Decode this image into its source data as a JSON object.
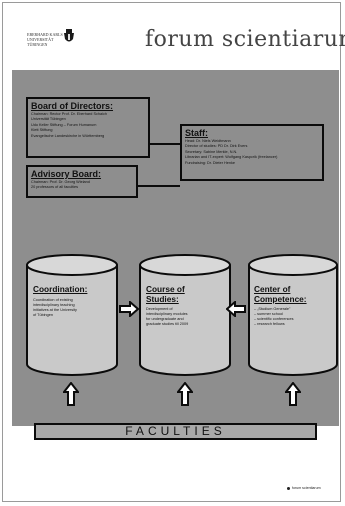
{
  "header": {
    "university_lines": [
      "EBERHARD KARLS",
      "UNIVERSITÄT",
      "TÜBINGEN"
    ],
    "title": "forum scientiarum"
  },
  "board": {
    "title": "Board of Directors:",
    "lines": [
      "Chairman: Rector Prof. Dr. Eberhard Schaich",
      "Universität Tübingen",
      "Udo Keller Stiftung – Forum Humanum",
      "Klett Stiftung",
      "Evangelische Landeskirche in Württemberg"
    ]
  },
  "advisory": {
    "title": "Advisory Board:",
    "lines": [
      "Chairman: Prof. Dr. Georg Wieland",
      "20 professors of all faculties"
    ]
  },
  "staff": {
    "title": "Staff:",
    "lines": [
      "Head: Dr. Niels Weidtmann",
      "Director of studies: PD Dr. Dirk Evers",
      "Secretary: Sabine Merkle, N.N.",
      "Librarian and IT-expert: Wolfgang Kaspcrik (freelancer)",
      "Fundraising: Dr. Dieter Henke"
    ]
  },
  "cylinders": [
    {
      "title_lines": [
        "Coordination:"
      ],
      "lines": [
        "Coordination of existing",
        "interdisciplinary teaching",
        "initiatives at the University",
        "of Tübingen"
      ]
    },
    {
      "title_lines": [
        "Course of",
        "Studies:"
      ],
      "lines": [
        "Development of",
        "interdisciplinary modules",
        "for undergraduate and",
        "graduate studies till 2009"
      ]
    },
    {
      "title_lines": [
        "Center of",
        "Competence:"
      ],
      "lines": [
        "– „Studium Generale\"",
        "– summer school",
        "– scientific conferences",
        "– research fellows"
      ]
    }
  ],
  "faculties": "FACULTIES",
  "footer_logo": "forum scientiarum",
  "colors": {
    "panel_grey": "#8e8e8e",
    "cylinder_fill": "#c9c9c9",
    "faculties_fill": "#a8a8a8",
    "outline": "#0b0b0b"
  }
}
